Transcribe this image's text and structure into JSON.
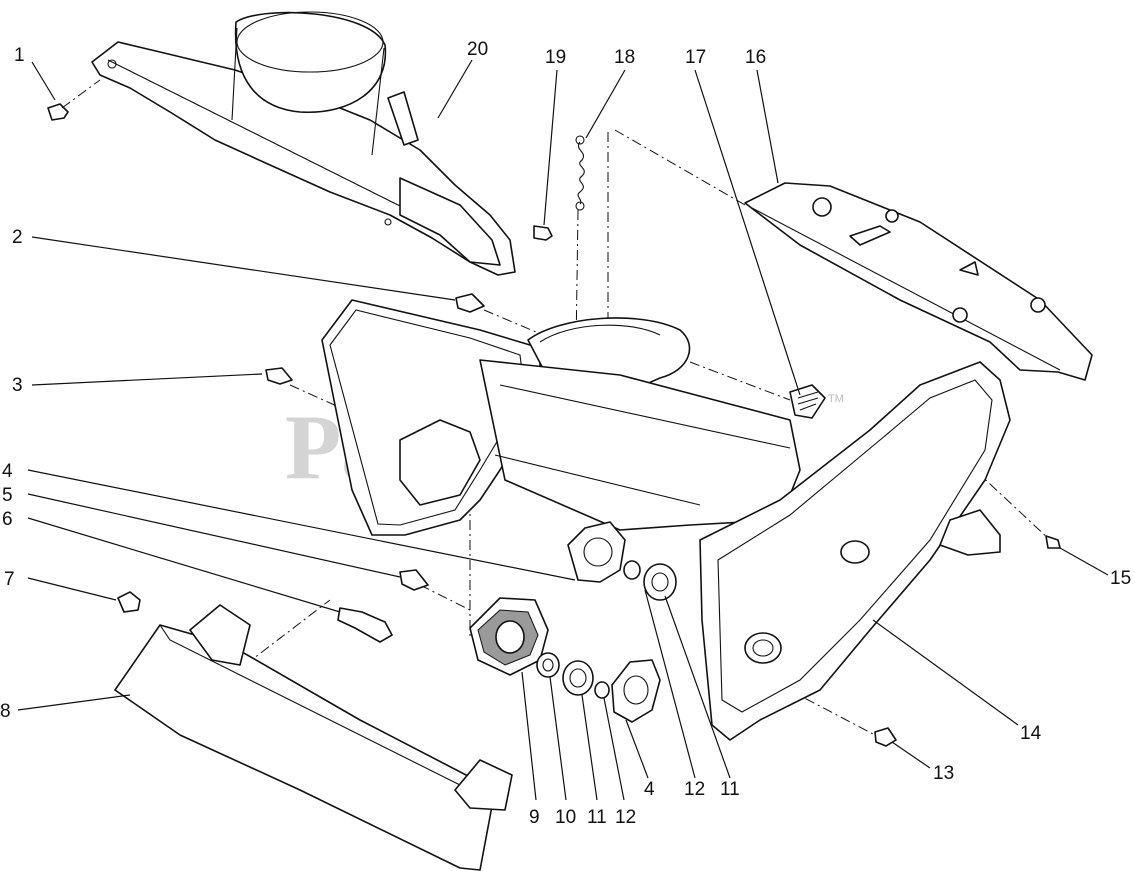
{
  "watermark": {
    "text": "PartsTree",
    "trademark": "TM"
  },
  "callouts": [
    {
      "id": "c1",
      "label": "1"
    },
    {
      "id": "c2",
      "label": "2"
    },
    {
      "id": "c3",
      "label": "3"
    },
    {
      "id": "c4a",
      "label": "4"
    },
    {
      "id": "c5",
      "label": "5"
    },
    {
      "id": "c6",
      "label": "6"
    },
    {
      "id": "c7",
      "label": "7"
    },
    {
      "id": "c8",
      "label": "8"
    },
    {
      "id": "c9",
      "label": "9"
    },
    {
      "id": "c10",
      "label": "10"
    },
    {
      "id": "c11b",
      "label": "11"
    },
    {
      "id": "c12b",
      "label": "12"
    },
    {
      "id": "c4b",
      "label": "4"
    },
    {
      "id": "c12a",
      "label": "12"
    },
    {
      "id": "c11a",
      "label": "11"
    },
    {
      "id": "c13",
      "label": "13"
    },
    {
      "id": "c14",
      "label": "14"
    },
    {
      "id": "c15",
      "label": "15"
    },
    {
      "id": "c16",
      "label": "16"
    },
    {
      "id": "c17",
      "label": "17"
    },
    {
      "id": "c18",
      "label": "18"
    },
    {
      "id": "c19",
      "label": "19"
    },
    {
      "id": "c20",
      "label": "20"
    }
  ]
}
